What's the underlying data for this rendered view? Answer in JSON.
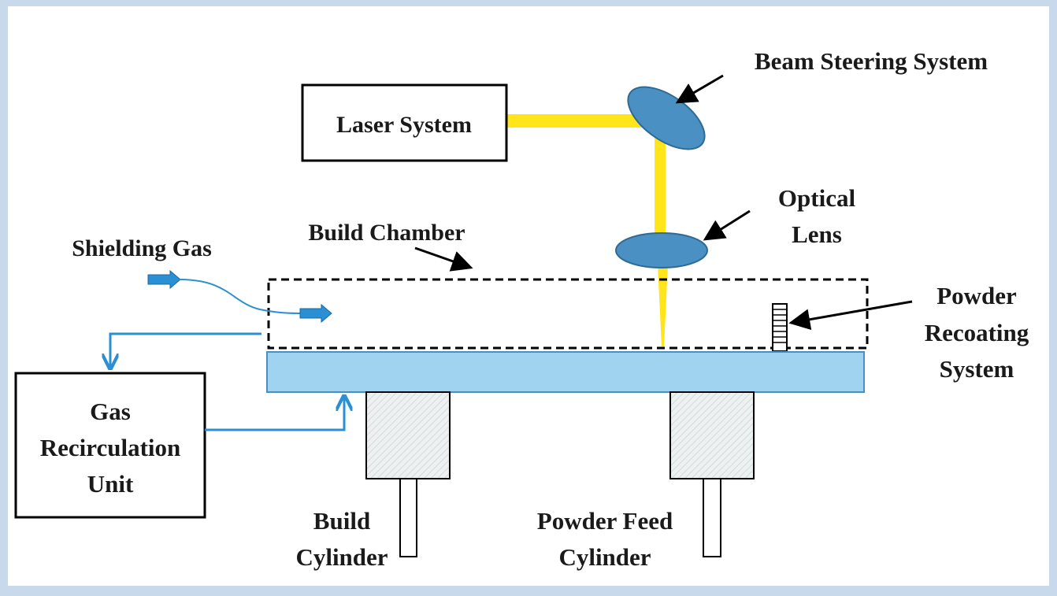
{
  "diagram": {
    "labels": {
      "laser_system": "Laser System",
      "beam_steering": "Beam Steering System",
      "optical_lens_line1": "Optical",
      "optical_lens_line2": "Lens",
      "build_chamber": "Build Chamber",
      "shielding_gas": "Shielding Gas",
      "powder_recoating_line1": "Powder",
      "powder_recoating_line2": "Recoating",
      "powder_recoating_line3": "System",
      "gas_recirc_line1": "Gas",
      "gas_recirc_line2": "Recirculation",
      "gas_recirc_line3": "Unit",
      "build_cylinder_line1": "Build",
      "build_cylinder_line2": "Cylinder",
      "powder_feed_line1": "Powder Feed",
      "powder_feed_line2": "Cylinder"
    },
    "colors": {
      "background": "#c9d9ec",
      "panel": "#ffffff",
      "laser_beam": "#ffe51a",
      "mirror": "#4a90c2",
      "mirror_stroke": "#2e6a94",
      "platform": "#9fd3f0",
      "gas_flow": "#2b8fd3",
      "cylinder_fill": "#e8ecec"
    }
  }
}
